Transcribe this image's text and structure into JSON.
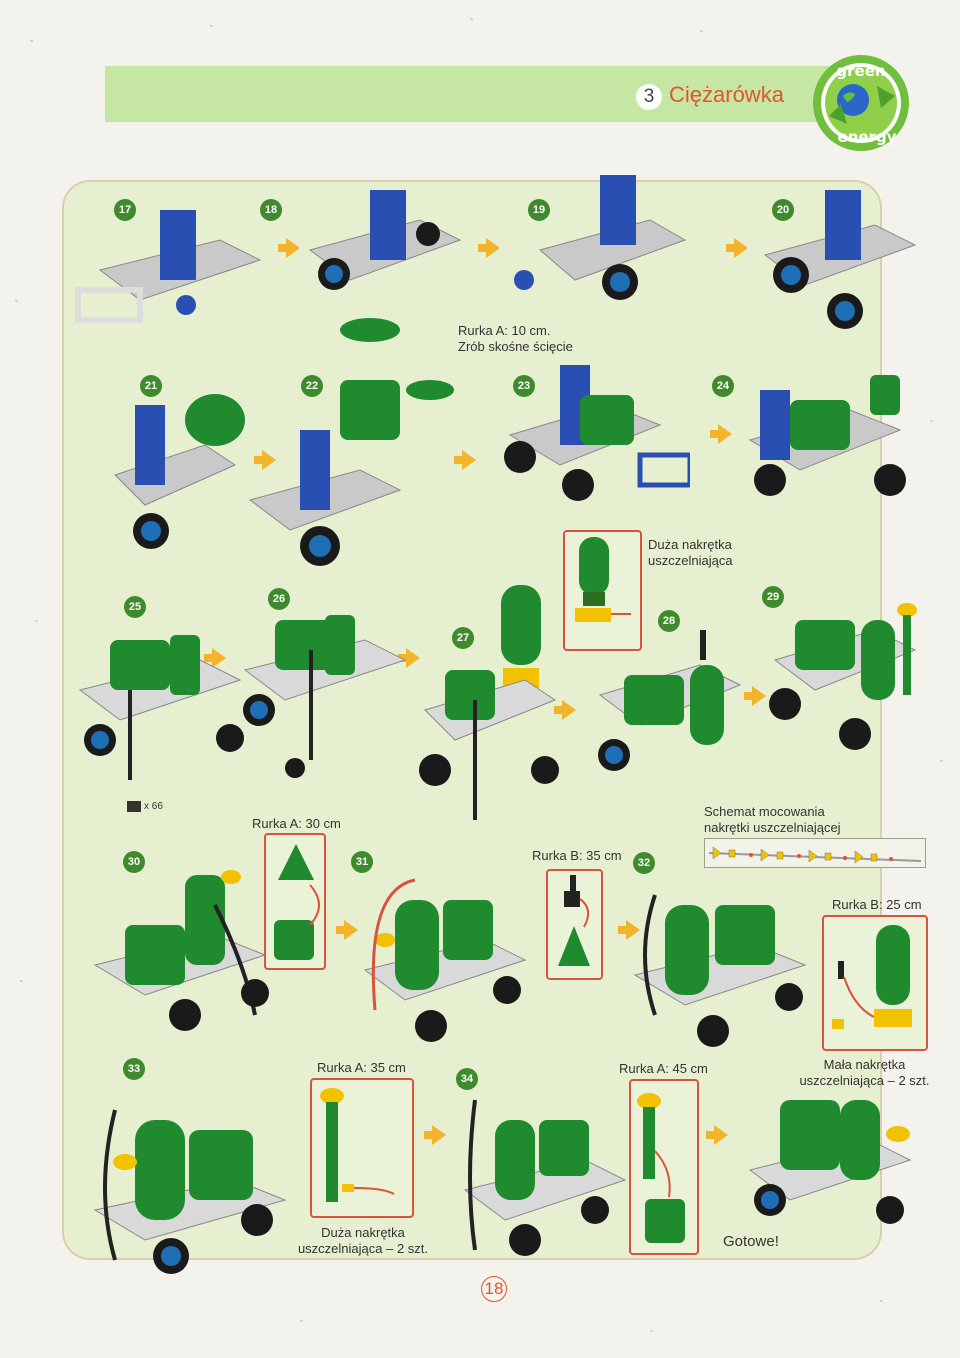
{
  "header": {
    "chapter_number": "3",
    "title": "Ciężarówka",
    "logo_text_top": "green",
    "logo_text_bottom": "energy"
  },
  "steps": [
    "17",
    "18",
    "19",
    "20",
    "21",
    "22",
    "23",
    "24",
    "25",
    "26",
    "27",
    "28",
    "29",
    "30",
    "31",
    "32",
    "33",
    "34"
  ],
  "labels": {
    "tube_a_10_line1": "Rurka A: 10 cm.",
    "tube_a_10_line2": "Zrób skośne ścięcie",
    "big_cap_line1": "Duża nakrętka",
    "big_cap_line2": "uszczelniająca",
    "pieces_count": "x 66",
    "tube_a_30": "Rurka A: 30 cm",
    "tube_b_35": "Rurka B: 35 cm",
    "schema_line1": "Schemat mocowania",
    "schema_line2": "nakrętki uszczelniającej",
    "tube_b_25": "Rurka B: 25 cm",
    "tube_a_35": "Rurka A: 35 cm",
    "tube_a_45": "Rurka A: 45 cm",
    "small_cap_line1": "Mała nakrętka",
    "small_cap_line2": "uszczelniająca – 2 szt.",
    "big_cap2_line1": "Duża nakrętka",
    "big_cap2_line2": "uszczelniająca – 2 szt.",
    "done": "Gotowe!"
  },
  "page_number": "18",
  "colors": {
    "accent_orange": "#e0552d",
    "step_green": "#3f8a2c",
    "header_green": "#c6e7a3",
    "arrow_yellow": "#f3b32b",
    "frame_blue": "#2a4fb3",
    "tank_green": "#1f8a2e",
    "detail_border": "#d8533c"
  }
}
